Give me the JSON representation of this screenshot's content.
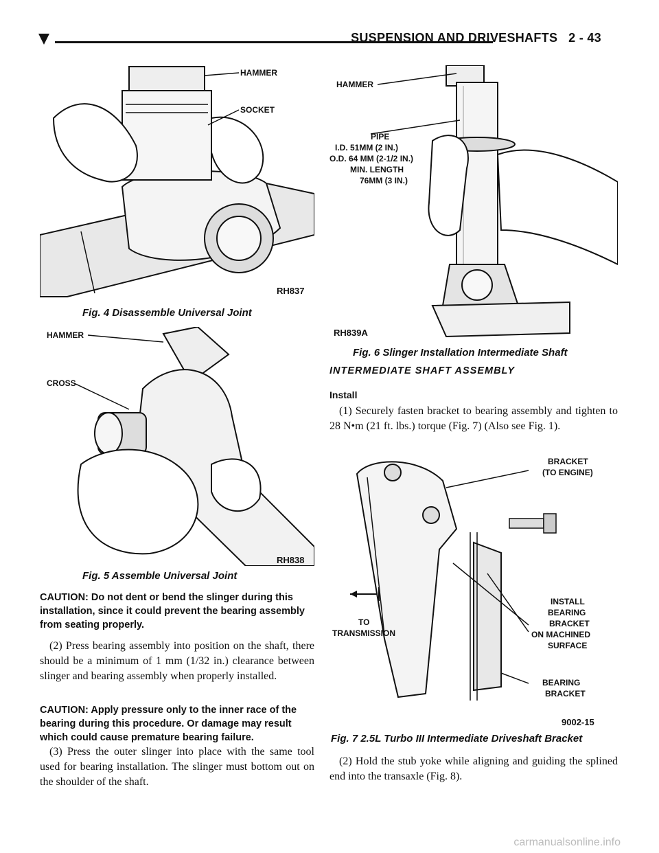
{
  "header": {
    "title": "SUSPENSION AND DRIVESHAFTS",
    "page": "2 - 43"
  },
  "fig4": {
    "caption": "Fig. 4 Disassemble Universal Joint",
    "labels": [
      "HAMMER",
      "SOCKET"
    ],
    "code": "RH837"
  },
  "fig5": {
    "caption": "Fig. 5 Assemble Universal Joint",
    "labels": [
      "HAMMER",
      "CROSS"
    ],
    "code": "RH838"
  },
  "fig6": {
    "caption": "Fig. 6 Slinger Installation Intermediate Shaft",
    "labels": [
      "HAMMER",
      "PIPE",
      "I.D. 51MM (2 IN.)",
      "O.D. 64 MM (2-1/2 IN.)",
      "MIN. LENGTH",
      "76MM (3 IN.)"
    ],
    "code": "RH839A"
  },
  "fig7": {
    "caption": "Fig. 7 2.5L Turbo III Intermediate Driveshaft Bracket",
    "labels": [
      "BRACKET",
      "(TO ENGINE)",
      "INSTALL",
      "BEARING",
      "BRACKET",
      "ON MACHINED",
      "SURFACE",
      "TO",
      "TRANSMISSION",
      "BEARING",
      "BRACKET"
    ],
    "code": "9002-15"
  },
  "left": {
    "caution1": "CAUTION: Do not dent or bend the slinger during this installation, since it could prevent the bearing assembly from seating properly.",
    "step2": "(2) Press bearing assembly into position on the shaft, there should be a minimum of 1 mm (1/32 in.) clearance between slinger and bearing assembly when properly installed.",
    "caution2": "CAUTION: Apply pressure only to the inner race of the bearing during this procedure. Or damage may result which could cause premature bearing failure.",
    "step3": "(3) Press the outer slinger into place with the same tool used for bearing installation. The slinger must bottom out on the shoulder of the shaft."
  },
  "right": {
    "section": "INTERMEDIATE SHAFT ASSEMBLY",
    "subhead": "Install",
    "step1": "(1) Securely fasten bracket to bearing assembly and tighten to 28 N•m (21 ft. lbs.) torque (Fig. 7) (Also see Fig. 1).",
    "step2": "(2) Hold the stub yoke while aligning and guiding the splined end into the transaxle (Fig. 8)."
  },
  "watermark": "carmanualsonline.info"
}
